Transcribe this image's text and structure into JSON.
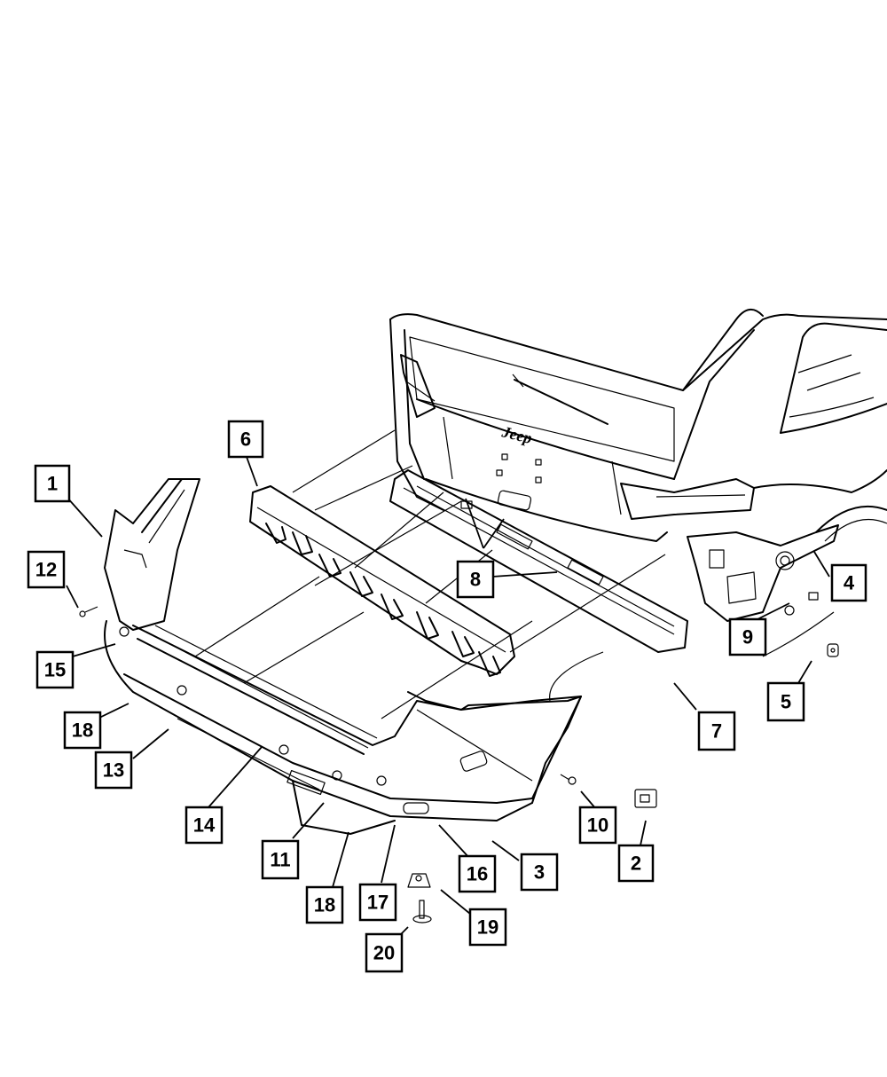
{
  "vehicle": {
    "badge": "Jeep"
  },
  "callouts": [
    {
      "id": "c1",
      "label": "1"
    },
    {
      "id": "c2",
      "label": "2"
    },
    {
      "id": "c3",
      "label": "3"
    },
    {
      "id": "c4",
      "label": "4"
    },
    {
      "id": "c5",
      "label": "5"
    },
    {
      "id": "c6",
      "label": "6"
    },
    {
      "id": "c7",
      "label": "7"
    },
    {
      "id": "c8",
      "label": "8"
    },
    {
      "id": "c9",
      "label": "9"
    },
    {
      "id": "c10",
      "label": "10"
    },
    {
      "id": "c11",
      "label": "11"
    },
    {
      "id": "c12",
      "label": "12"
    },
    {
      "id": "c13",
      "label": "13"
    },
    {
      "id": "c14",
      "label": "14"
    },
    {
      "id": "c15",
      "label": "15"
    },
    {
      "id": "c16",
      "label": "16"
    },
    {
      "id": "c17",
      "label": "17"
    },
    {
      "id": "c18a",
      "label": "18"
    },
    {
      "id": "c18b",
      "label": "18"
    },
    {
      "id": "c19",
      "label": "19"
    },
    {
      "id": "c20",
      "label": "20"
    }
  ]
}
